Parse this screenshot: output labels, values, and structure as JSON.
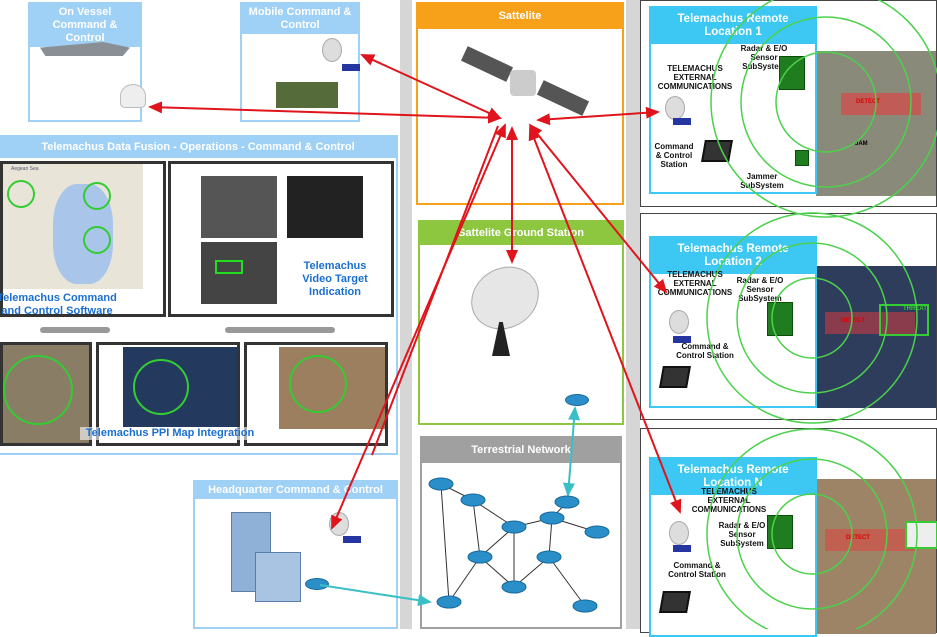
{
  "vessel": {
    "title": "On Vessel Command & Control"
  },
  "mobile": {
    "title": "Mobile Command & Control"
  },
  "fusion": {
    "title": "Telemachus Data Fusion - Operations - Command & Control",
    "c2_software": "Telemachus Command and Control Software",
    "video": "Telemachus Video Target Indication",
    "ppi": "Telemachus PPI Map Integration",
    "map_label": "Aegean Sea"
  },
  "hq": {
    "title": "Headquarter Command & Control"
  },
  "satellite": {
    "title": "Sattelite"
  },
  "ground": {
    "title": "Sattelite Ground Station"
  },
  "terrestrial": {
    "title": "Terrestrial Network"
  },
  "remote1": {
    "title": "Telemachus Remote Location 1",
    "ext": "TELEMACHUS EXTERNAL COMMUNICATIONS",
    "radar": "Radar & E/O Sensor SubSystem",
    "c2": "Command & Control Station",
    "jammer": "Jammer SubSystem",
    "detect": "DETECT",
    "jam": "JAM"
  },
  "remote2": {
    "title": "Telemachus Remote Location 2",
    "ext": "TELEMACHUS EXTERNAL COMMUNICATIONS",
    "radar": "Radar & E/O Sensor SubSystem",
    "c2": "Command & Control Station",
    "detect": "DETECT",
    "threat": "THREAT"
  },
  "remoteN": {
    "title": "Telemachus Remote Location N",
    "ext": "TELEMACHUS EXTERNAL COMMUNICATIONS",
    "radar": "Radar & E/O Sensor SubSystem",
    "c2": "Command & Control Station",
    "detect": "DETECT"
  },
  "colors": {
    "satellite": "#f7a11a",
    "ground": "#8dc63f",
    "terrestrial": "#a0a0a0",
    "remote": "#3cc8f2",
    "c2": "#9fd0f5",
    "link": "#e0141c",
    "wired": "#3bbfc6"
  }
}
